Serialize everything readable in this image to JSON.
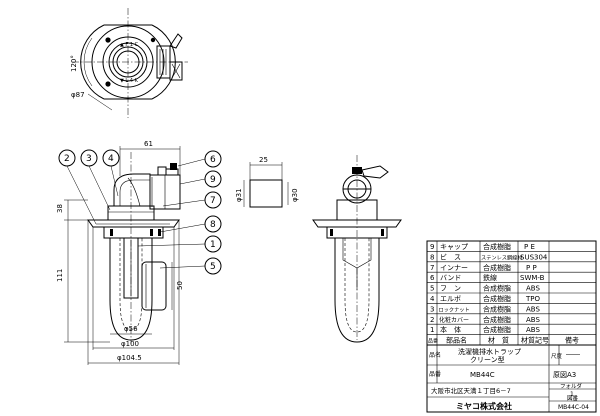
{
  "top_view": {
    "angle": "120°",
    "diameter": "φ87"
  },
  "callouts": [
    "2",
    "3",
    "4",
    "6",
    "9",
    "7",
    "8",
    "1",
    "5"
  ],
  "dimensions": {
    "d61": "61",
    "d25": "25",
    "d38": "38",
    "d111": "111",
    "d50": "50",
    "phi31": "φ31",
    "phi30": "φ30",
    "phi56": "φ56",
    "phi100": "φ100",
    "phi104": "φ104.5"
  },
  "parts": [
    {
      "no": "9",
      "name": "キャップ",
      "material": "合成樹脂",
      "code": "P E"
    },
    {
      "no": "8",
      "name": "ビ　ス",
      "material": "ステンレス鋼線材",
      "code": "SUS304"
    },
    {
      "no": "7",
      "name": "インナー",
      "material": "合成樹脂",
      "code": "P P"
    },
    {
      "no": "6",
      "name": "バンド",
      "material": "鉄線",
      "code": "SWM-B"
    },
    {
      "no": "5",
      "name": "フ　ン",
      "material": "合成樹脂",
      "code": "ABS"
    },
    {
      "no": "4",
      "name": "エルボ",
      "material": "合成樹脂",
      "code": "TPO"
    },
    {
      "no": "3",
      "name": "ロックナット",
      "material": "合成樹脂",
      "code": "ABS"
    },
    {
      "no": "2",
      "name": "化粧カバー",
      "material": "合成樹脂",
      "code": "ABS"
    },
    {
      "no": "1",
      "name": "本　体",
      "material": "合成樹脂",
      "code": "ABS"
    }
  ],
  "table_header": {
    "no": "品番",
    "name": "部品名",
    "material": "材　質",
    "code": "材質記号",
    "remarks": "備考"
  },
  "title_block": {
    "hinmei_label": "品名",
    "product_name_1": "洗濯機排水トラップ",
    "product_name_2": "クリーン型",
    "hinban_label": "品番",
    "model": "MB44C",
    "scale_label": "尺度",
    "scale_value": "――",
    "drawing_size": "原図A3",
    "address": "大阪市北区天満１丁目6－7",
    "folder_label": "フォルダ",
    "folder_value": "1",
    "zuban_label": "図番",
    "company": "ミヤコ株式会社",
    "drawing_no": "MB44C-04"
  }
}
